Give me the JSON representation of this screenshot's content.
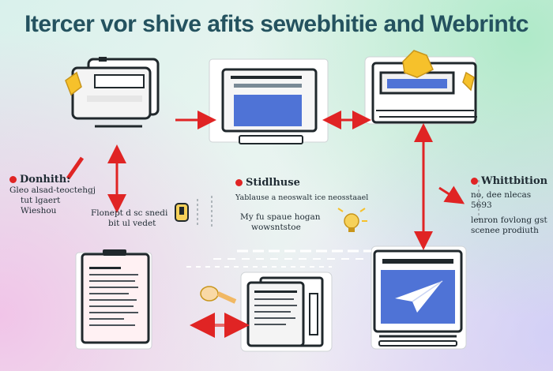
{
  "title": "Itercer vor shive afits sewebhitie and Webrintc",
  "colors": {
    "arrow": "#e02424",
    "frame": "#20282c",
    "screen_blue": "#4f73d6",
    "accent_yellow": "#f6c12b",
    "title": "#24525f"
  },
  "labels": {
    "left": {
      "heading": "Donhith:",
      "lines": [
        "Gleo alsad-teoctehgj",
        "tut lgaert",
        "Wieshou"
      ]
    },
    "left_mid": {
      "lines": [
        "Flonept d sc snedi",
        "bit ul vedet"
      ]
    },
    "center": {
      "heading": "Stidlhuse",
      "lines": [
        "Yablause a neoswalt ice neosstaael",
        "My fu spaue hogan",
        "wowsntstoe"
      ]
    },
    "right": {
      "heading": "Whittbition",
      "lines": [
        "no, dee nlecas 5693",
        "lenron fovlong gst",
        "scenee prodiuth"
      ]
    }
  },
  "icons": [
    "document-monitor-icon",
    "web-browser-window-icon",
    "browser-stack-icon",
    "document-page-icon",
    "overlapping-pages-icon",
    "paper-plane-screen-icon",
    "lightbulb-icon",
    "badge-icon"
  ]
}
